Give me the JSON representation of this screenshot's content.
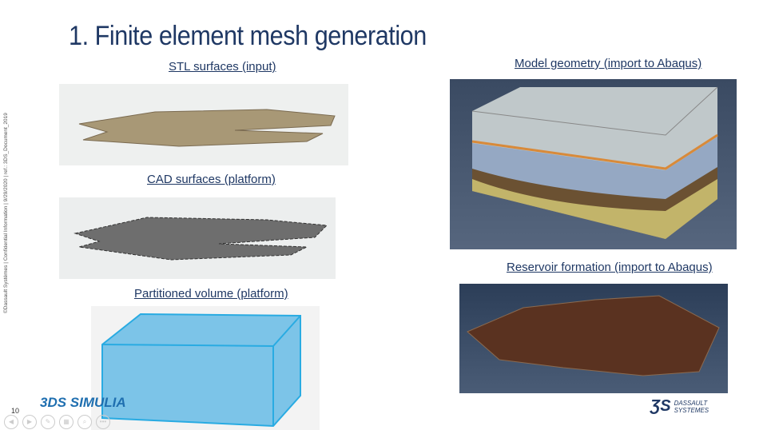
{
  "slide": {
    "title": "1. Finite element mesh generation",
    "page_number": "10",
    "footer_vertical": "©Dassault Systèmes | Confidential Information | 9/29/2020 | ref.: 3DS_Document_2019"
  },
  "captions": {
    "stl": "STL surfaces (input)",
    "cad": "CAD surfaces (platform)",
    "partitioned": "Partitioned volume (platform)",
    "model": "Model geometry (import to Abaqus)",
    "reservoir": "Reservoir formation (import to Abaqus)"
  },
  "logos": {
    "simulia": "3DS SIMULIA",
    "dassault_line1": "DASSAULT",
    "dassault_line2": "SYSTEMES"
  },
  "controls": [
    "previous",
    "next",
    "pen",
    "slides",
    "zoom",
    "more"
  ],
  "controls_more_label": "•••",
  "colors": {
    "title": "#1f3864",
    "accent": "#29abe2"
  }
}
